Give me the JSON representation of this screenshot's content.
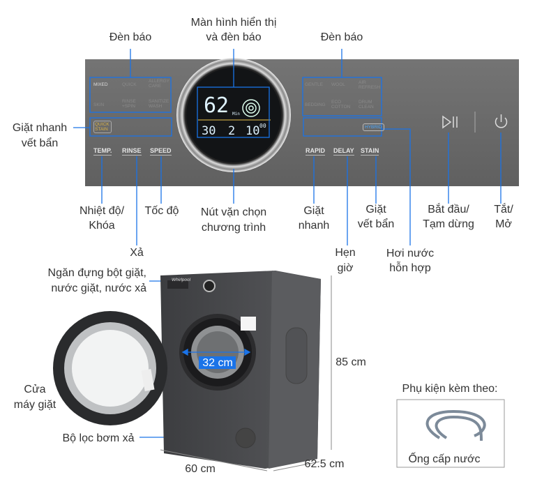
{
  "labels": {
    "indicator_left": "Đèn báo",
    "display_line1": "Màn hình hiển thị",
    "display_line2": "và đèn báo",
    "indicator_right": "Đèn báo",
    "quick_stain_line1": "Giặt nhanh",
    "quick_stain_line2": "vết bẩn",
    "temp_line1": "Nhiệt độ/",
    "temp_line2": "Khóa",
    "speed": "Tốc độ",
    "rinse": "Xả",
    "dial_line1": "Nút vặn chọn",
    "dial_line2": "chương trình",
    "rapid_line1": "Giặt",
    "rapid_line2": "nhanh",
    "stain_line1": "Giặt",
    "stain_line2": "vết bẩn",
    "delay_line1": "Hẹn",
    "delay_line2": "giờ",
    "hybrid_line1": "Hơi nước",
    "hybrid_line2": "hỗn hợp",
    "start_line1": "Bắt đầu/",
    "start_line2": "Tạm dừng",
    "power_line1": "Tắt/",
    "power_line2": "Mở",
    "drawer_line1": "Ngăn đựng bột giặt,",
    "drawer_line2": "nước giặt, nước xả",
    "door_line1": "Cửa",
    "door_line2": "máy giặt",
    "filter": "Bộ lọc bơm xả",
    "door_diameter": "32 cm",
    "height": "85 cm",
    "width": "60 cm",
    "depth": "62.5 cm",
    "accessories_title": "Phụ kiện kèm theo:",
    "accessory_item": "Ống cấp nước"
  },
  "panel": {
    "programs_left": [
      "MIXED",
      "QUICK",
      "ALLERGY CARE",
      "SKIN",
      "RINSE +SPIN",
      "SANITIZE WASH"
    ],
    "programs_right": [
      "GENTLE",
      "WOOL",
      "AIR REFRESH",
      "BEDDING",
      "ECO COTTON",
      "DRUM CLEAN"
    ],
    "quick_stain": "QUICK STAIN",
    "hybrid": "HYBRID",
    "buttons": {
      "temp": "TEMP.",
      "rinse": "RINSE",
      "speed": "SPEED",
      "rapid": "RAPID",
      "delay": "DELAY",
      "stain": "STAIN"
    },
    "display": {
      "minutes": "62",
      "min_unit": "Min",
      "temp": "30",
      "rinse_count": "2",
      "hour": "10",
      "minute": "00"
    },
    "brand": "Whirlpool"
  },
  "colors": {
    "accent": "#1a73e8",
    "panel": "#6a6a6a",
    "machine": "#4a4b4e"
  }
}
